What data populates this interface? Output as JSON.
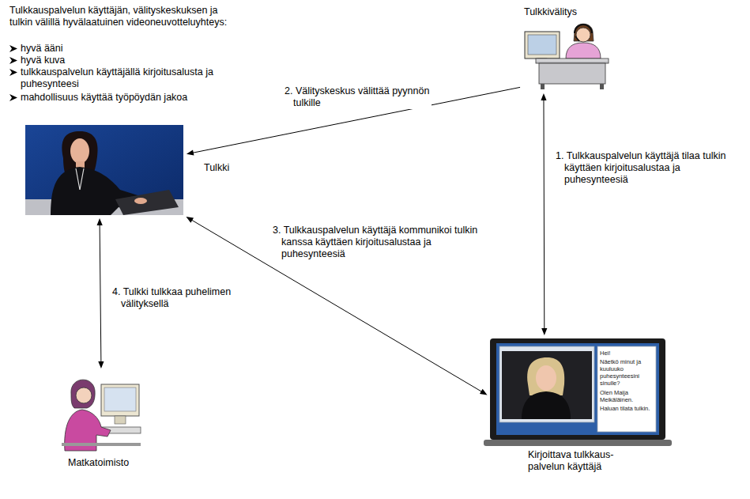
{
  "diagram": {
    "nodes": [
      {
        "text": [
          "Tulkkivälitys"
        ]
      },
      {
        "text": [
          "Tulkki"
        ]
      },
      {
        "text": [
          "Kirjoittava tulkkaus- palvelun käyttäjä"
        ]
      },
      {
        "text": [
          "Matkatoimisto"
        ]
      }
    ],
    "edges": [
      {
        "from": 0,
        "to": 2,
        "label": "1. Tulkkauspalvelun käyttäjä tilaa tulkin käyttäen kirjoitusalustaa ja puhesynteesiä",
        "arrow": "both"
      },
      {
        "from": 0,
        "to": 1,
        "label": "2. Välityskeskus välittää pyynnön tulkille",
        "arrow": "to"
      },
      {
        "from": 1,
        "to": 2,
        "label": "3. Tulkkauspalvelun käyttäjä kommunikoi tulkin kanssa käyttäen kirjoitusalustaa ja puhesynteesiä",
        "arrow": "both"
      },
      {
        "from": 1,
        "to": 3,
        "label": "4. Tulkki tulkkaa puhelimen välityksellä",
        "arrow": "both"
      }
    ],
    "labels": [
      "Tulkkauspalvelun käyttäjän, välityskeskuksen ja tulkin välillä hyvälaatuinen videoneuvotteluyhteys:",
      "hyvä ääni",
      "hyvä kuva",
      "tulkkauspalvelun käyttäjällä kirjoitusalusta ja puhesynteesi",
      "mahdollisuus käyttää työpöydän jakoa",
      "Hei!",
      "Näetkö minut ja kuuluuko puhesynteesini sinulle?",
      "Olen Maija Meikäläinen.",
      "Haluan tilata tulkin."
    ]
  }
}
